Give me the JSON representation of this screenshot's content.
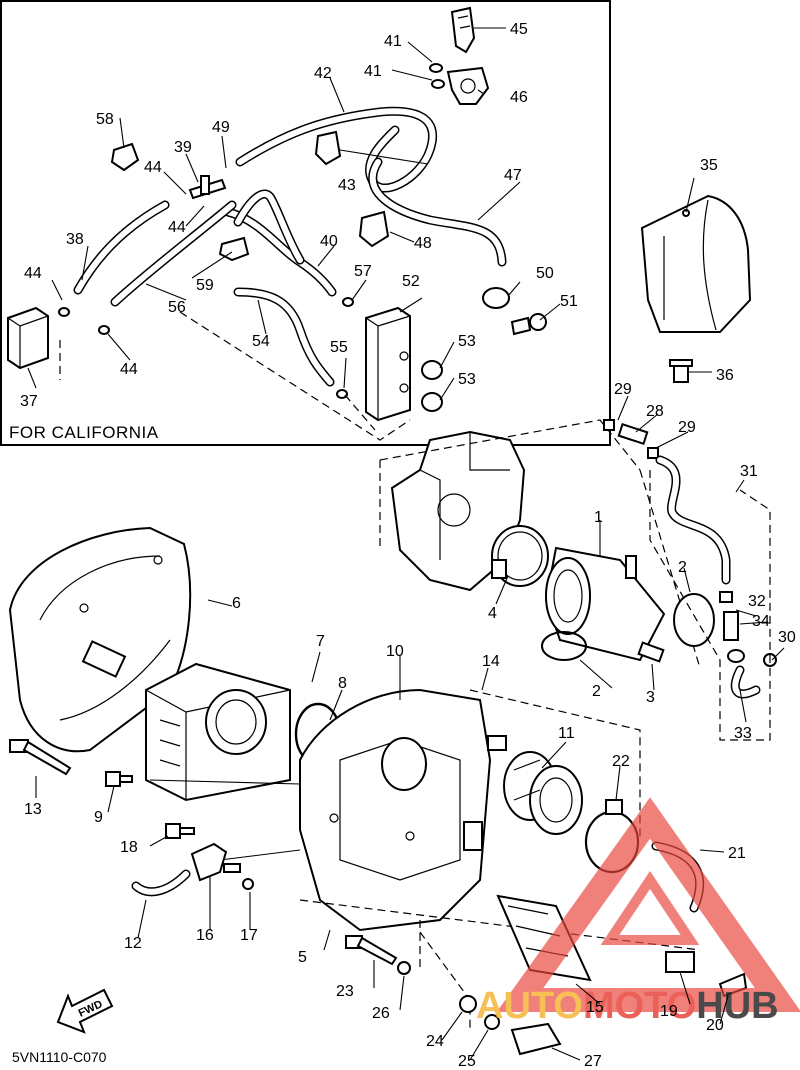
{
  "inset_caption": "FOR CALIFORNIA",
  "diagram_code": "5VN1110-C070",
  "fwd_label": "FWD",
  "watermark": {
    "brand": "AUTOMOTOHUB",
    "part1": "AUTO",
    "part2": "MOTO",
    "part3": "HUB",
    "color_auto": "#f5b63a",
    "color_moto": "#e8453c",
    "color_hub": "#2b2b2b",
    "triangle_color": "#e8453c"
  },
  "callouts": {
    "c1": "1",
    "c2a": "2",
    "c2b": "2",
    "c3": "3",
    "c4": "4",
    "c5": "5",
    "c6": "6",
    "c7": "7",
    "c8": "8",
    "c9": "9",
    "c10": "10",
    "c11": "11",
    "c12": "12",
    "c13": "13",
    "c14": "14",
    "c15": "15",
    "c16": "16",
    "c17": "17",
    "c18": "18",
    "c19": "19",
    "c20": "20",
    "c21": "21",
    "c22": "22",
    "c23": "23",
    "c24": "24",
    "c25": "25",
    "c26": "26",
    "c27": "27",
    "c28": "28",
    "c29a": "29",
    "c29b": "29",
    "c30": "30",
    "c31": "31",
    "c32": "32",
    "c33": "33",
    "c34": "34",
    "c35": "35",
    "c36": "36",
    "c37": "37",
    "c38": "38",
    "c39": "39",
    "c40": "40",
    "c41a": "41",
    "c41b": "41",
    "c42": "42",
    "c43": "43",
    "c44a": "44",
    "c44b": "44",
    "c44c": "44",
    "c44d": "44",
    "c45": "45",
    "c46": "46",
    "c47": "47",
    "c48": "48",
    "c49": "49",
    "c50": "50",
    "c51": "51",
    "c52": "52",
    "c53a": "53",
    "c53b": "53",
    "c54": "54",
    "c55": "55",
    "c56": "56",
    "c57": "57",
    "c58": "58",
    "c59": "59"
  }
}
